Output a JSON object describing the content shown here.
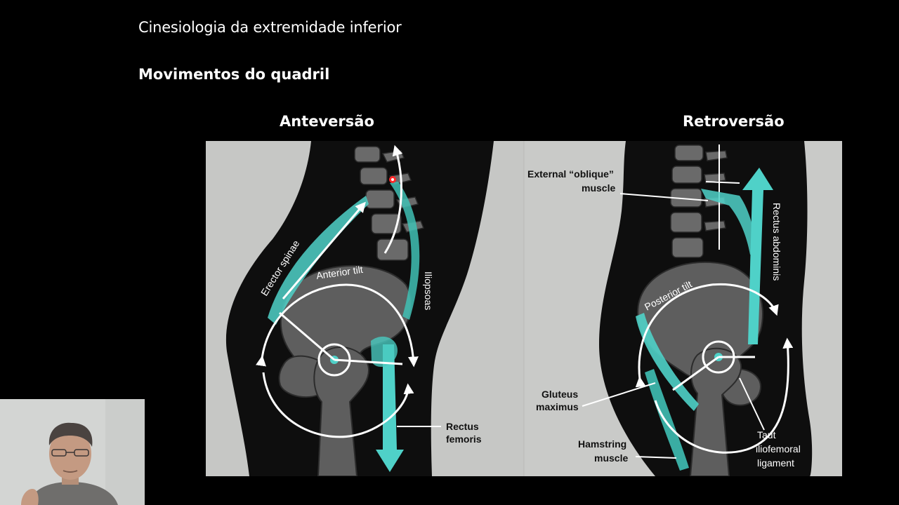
{
  "slide": {
    "course_title": "Cinesiologia da extremidade inferior",
    "section_title": "Movimentos do quadril"
  },
  "panels": {
    "left": {
      "heading": "Anteversão",
      "labels": {
        "erector": "Erector spinae",
        "tilt": "Anterior tilt",
        "iliopsoas": "Iliopsoas",
        "rectus_femoris_1": "Rectus",
        "rectus_femoris_2": "femoris"
      }
    },
    "right": {
      "heading": "Retroversão",
      "labels": {
        "oblique_1": "External “oblique”",
        "oblique_2": "muscle",
        "rectus_abdominis": "Rectus abdominis",
        "tilt": "Posterior tilt",
        "gluteus_1": "Gluteus",
        "gluteus_2": "maximus",
        "hamstring_1": "Hamstring",
        "hamstring_2": "muscle",
        "ligament_1": "Taut",
        "ligament_2": "iliofemoral",
        "ligament_3": "ligament"
      }
    }
  },
  "colors": {
    "background": "#000000",
    "figure_bg": "#c9cac8",
    "body_silhouette": "#0d0d0d",
    "bone": "#5f5f5f",
    "muscle": "#4fd1c8",
    "laser_pointer": "#ff2a2a"
  },
  "webcam": {
    "icon": "presenter-video-feed"
  }
}
